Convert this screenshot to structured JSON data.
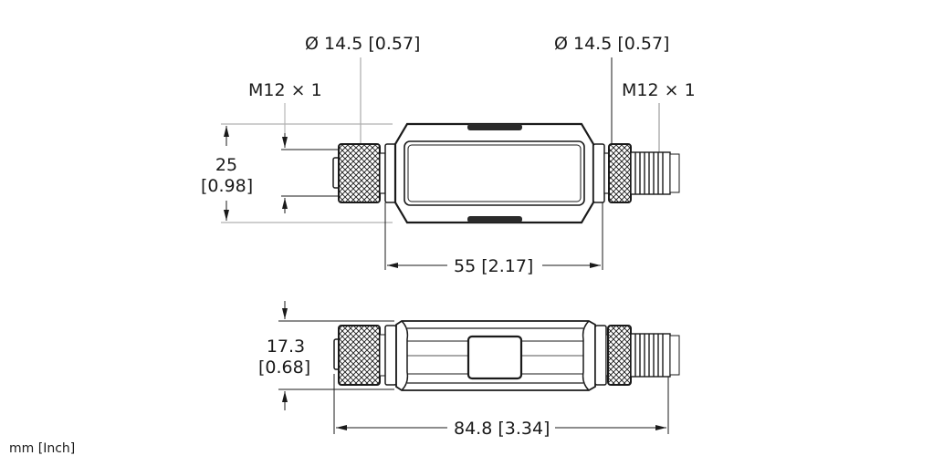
{
  "drawing": {
    "type": "dimensional-drawing",
    "units_note": "mm [Inch]",
    "top_view": {
      "left_connector_diameter": "Ø 14.5 [0.57]",
      "left_thread": "M12 × 1",
      "right_connector_diameter": "Ø 14.5 [0.57]",
      "right_thread": "M12 × 1",
      "height_mm": "25",
      "height_in": "[0.98]",
      "body_length": "55 [2.17]"
    },
    "side_view": {
      "height_mm": "17.3",
      "height_in": "[0.68]",
      "overall_length": "84.8 [3.34]"
    },
    "colors": {
      "outline": "#1a1a1a",
      "dimension_line": "#b0b0b0",
      "background": "#ffffff"
    }
  }
}
